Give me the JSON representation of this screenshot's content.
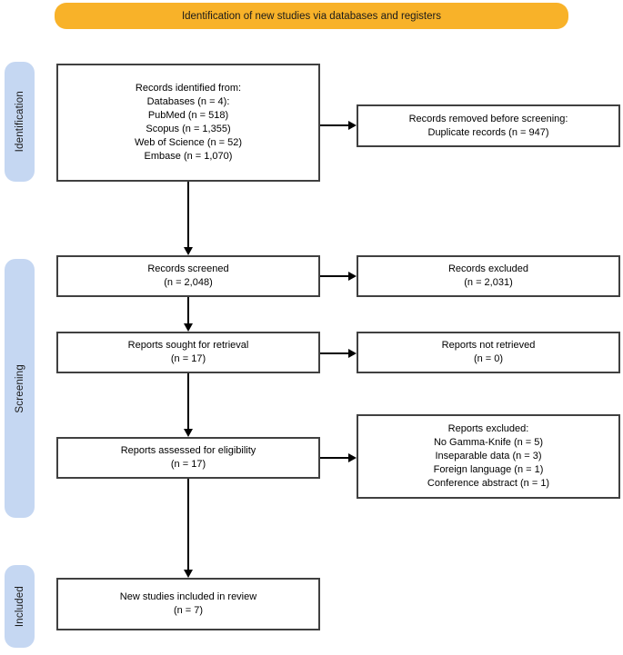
{
  "banner": {
    "label": "Identification of new studies via databases and registers"
  },
  "stages": {
    "identification": "Identification",
    "screening": "Screening",
    "included": "Included"
  },
  "boxes": {
    "records_identified": {
      "lines": [
        "Records identified from:",
        "Databases (n = 4):",
        "PubMed (n = 518)",
        "Scopus (n = 1,355)",
        "Web of Science (n = 52)",
        "Embase (n = 1,070)"
      ]
    },
    "records_removed": {
      "lines": [
        "Records removed before screening:",
        "Duplicate records (n = 947)"
      ]
    },
    "records_screened": {
      "lines": [
        "Records screened",
        "(n = 2,048)"
      ]
    },
    "records_excluded": {
      "lines": [
        "Records excluded",
        "(n = 2,031)"
      ]
    },
    "reports_sought": {
      "lines": [
        "Reports sought for retrieval",
        "(n = 17)"
      ]
    },
    "reports_not_retrieved": {
      "lines": [
        "Reports not retrieved",
        "(n = 0)"
      ]
    },
    "reports_assessed": {
      "lines": [
        "Reports assessed for eligibility",
        "(n = 17)"
      ]
    },
    "reports_excluded": {
      "lines": [
        "Reports excluded:",
        "No Gamma-Knife (n = 5)",
        "Inseparable data (n = 3)",
        "Foreign language (n = 1)",
        "Conference abstract (n = 1)"
      ]
    },
    "new_studies_included": {
      "lines": [
        "New studies included in review",
        "(n = 7)"
      ]
    }
  },
  "colors": {
    "banner_bg": "#F8B229",
    "stage_bg": "#C5D7F2",
    "box_border": "#404040",
    "line": "#000000"
  }
}
